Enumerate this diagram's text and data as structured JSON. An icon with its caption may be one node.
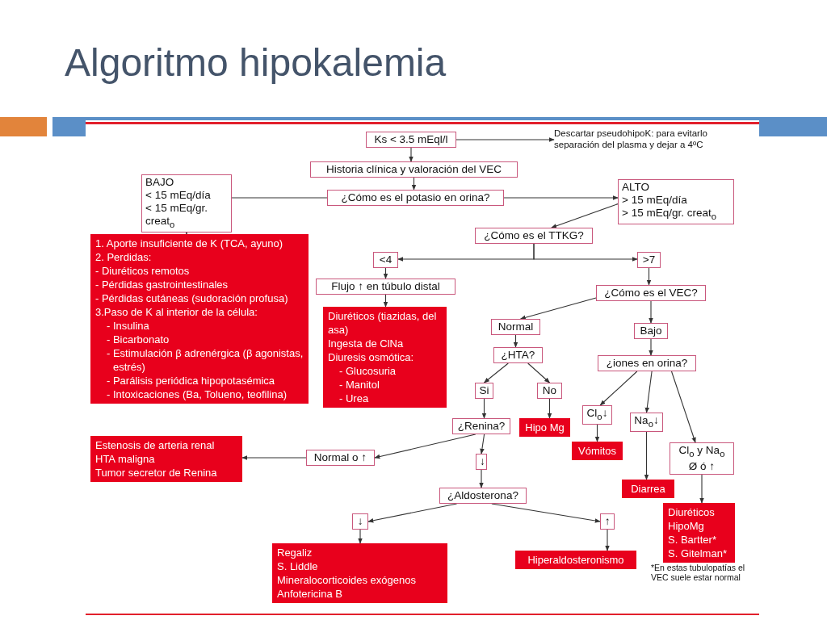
{
  "diagram": {
    "title": "Algoritmo hipokalemia",
    "nodes": [
      {
        "text": [
          "Ks < 3.5 mEql/l"
        ]
      },
      {
        "text": [
          "Descartar pseudohipoK: para evitarlo separación del plasma y dejar a 4ºC"
        ]
      },
      {
        "text": [
          "Historia clínica y valoración del VEC"
        ]
      },
      {
        "text": [
          "¿Cómo es el potasio en orina?"
        ]
      },
      {
        "text": [
          "BAJO",
          "< 15 mEq/día",
          "< 15 mEq/gr. creat$_{o}$"
        ]
      },
      {
        "text": [
          "ALTO",
          "> 15 mEq/día",
          "> 15 mEq/gr. creat$_{o}$"
        ]
      },
      {
        "text": [
          "1. Aporte insuficiente de K (TCA, ayuno)",
          "2. Perdidas:",
          "- Diuréticos remotos",
          "- Pérdidas gastrointestinales",
          "- Pérdidas cutáneas (sudoración profusa)",
          "3.Paso de K al interior de la célula:",
          "- Insulina",
          "- Bicarbonato",
          "- Estimulación β adrenérgica (β agonistas, estrés)",
          "- Parálisis periódica hipopotasémica",
          "- Intoxicaciones (Ba, Tolueno, teofilina)"
        ]
      },
      {
        "text": [
          "¿Cómo es el TTKG?"
        ]
      },
      {
        "text": [
          "<4"
        ]
      },
      {
        "text": [
          ">7"
        ]
      },
      {
        "text": [
          "Flujo ↑ en túbulo distal"
        ]
      },
      {
        "text": [
          "Diuréticos (tiazidas, del asa)",
          "Ingesta de ClNa",
          "Diuresis osmótica:",
          "- Glucosuria",
          "- Manitol",
          "- Urea"
        ]
      },
      {
        "text": [
          "¿Cómo es el VEC?"
        ]
      },
      {
        "text": [
          "Normal"
        ]
      },
      {
        "text": [
          "Bajo"
        ]
      },
      {
        "text": [
          "¿HTA?"
        ]
      },
      {
        "text": [
          "¿iones en orina?"
        ]
      },
      {
        "text": [
          "Si"
        ]
      },
      {
        "text": [
          "No"
        ]
      },
      {
        "text": [
          "¿Renina?"
        ]
      },
      {
        "text": [
          "Hipo Mg"
        ]
      },
      {
        "text": [
          "Cl$_{o}$↓"
        ]
      },
      {
        "text": [
          "Na$_{o}$↓"
        ]
      },
      {
        "text": [
          "Vómitos"
        ]
      },
      {
        "text": [
          "Cl$_{o}$ y Na$_{o}$",
          "Ø ó ↑"
        ]
      },
      {
        "text": [
          "Normal o ↑"
        ]
      },
      {
        "text": [
          "Estenosis de arteria renal",
          "HTA maligna",
          "Tumor secretor de Renina"
        ]
      },
      {
        "text": [
          "↓"
        ]
      },
      {
        "text": [
          "Diarrea"
        ]
      },
      {
        "text": [
          "¿Aldosterona?"
        ]
      },
      {
        "text": [
          "↑"
        ]
      },
      {
        "text": [
          "↓"
        ]
      },
      {
        "text": [
          "Diuréticos",
          "HipoMg",
          "S. Bartter*",
          "S. Gitelman*"
        ]
      },
      {
        "text": [
          "Hiperaldosteronismo"
        ]
      },
      {
        "text": [
          "Regaliz",
          "S. Liddle",
          "Mineralocorticoides exógenos",
          "Anfotericina B"
        ]
      }
    ],
    "edges": [
      {
        "from": 0,
        "to": 1,
        "arrow": "to"
      },
      {
        "from": 0,
        "to": 2,
        "arrow": "to"
      },
      {
        "from": 2,
        "to": 3,
        "arrow": "to"
      },
      {
        "from": 3,
        "to": 4,
        "arrow": "none"
      },
      {
        "from": 3,
        "to": 5,
        "arrow": "to"
      },
      {
        "from": 4,
        "to": 6,
        "arrow": "to"
      },
      {
        "from": 5,
        "to": 7,
        "arrow": "to"
      },
      {
        "from": 7,
        "to": 8,
        "arrow": "to"
      },
      {
        "from": 7,
        "to": 9,
        "arrow": "to"
      },
      {
        "from": 8,
        "to": 10,
        "arrow": "to"
      },
      {
        "from": 10,
        "to": 11,
        "arrow": "to"
      },
      {
        "from": 9,
        "to": 12,
        "arrow": "to"
      },
      {
        "from": 12,
        "to": 13,
        "arrow": "to"
      },
      {
        "from": 12,
        "to": 14,
        "arrow": "to"
      },
      {
        "from": 13,
        "to": 15,
        "arrow": "to"
      },
      {
        "from": 15,
        "to": 17,
        "arrow": "to"
      },
      {
        "from": 15,
        "to": 18,
        "arrow": "to"
      },
      {
        "from": 17,
        "to": 19,
        "arrow": "to"
      },
      {
        "from": 18,
        "to": 20,
        "arrow": "to"
      },
      {
        "from": 14,
        "to": 16,
        "arrow": "to"
      },
      {
        "from": 16,
        "to": 21,
        "arrow": "to"
      },
      {
        "from": 16,
        "to": 22,
        "arrow": "to"
      },
      {
        "from": 16,
        "to": 24,
        "arrow": "to"
      },
      {
        "from": 21,
        "to": 23,
        "arrow": "to"
      },
      {
        "from": 22,
        "to": 28,
        "arrow": "to"
      },
      {
        "from": 24,
        "to": 32,
        "arrow": "to"
      },
      {
        "from": 19,
        "to": 25,
        "arrow": "to"
      },
      {
        "from": 19,
        "to": 27,
        "arrow": "to"
      },
      {
        "from": 25,
        "to": 26,
        "arrow": "to"
      },
      {
        "from": 27,
        "to": 29,
        "arrow": "to"
      },
      {
        "from": 29,
        "to": 31,
        "arrow": "to"
      },
      {
        "from": 29,
        "to": 30,
        "arrow": "to"
      },
      {
        "from": 31,
        "to": 34,
        "arrow": "to"
      },
      {
        "from": 30,
        "to": 33,
        "arrow": "to"
      }
    ],
    "labels": [
      "*En estas tubulopatías el VEC suele estar normal"
    ]
  }
}
